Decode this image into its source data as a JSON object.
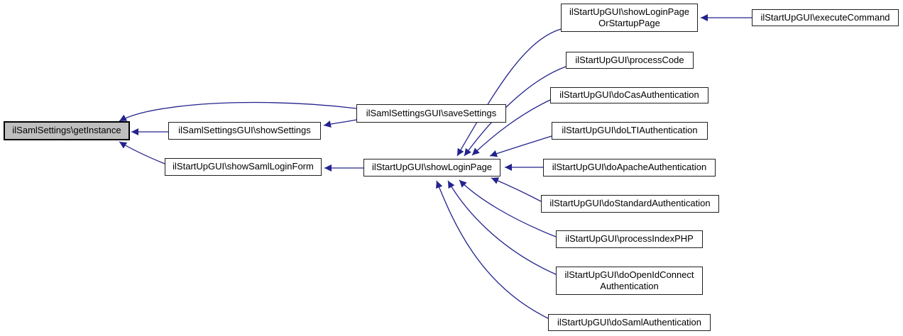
{
  "graph": {
    "type": "caller-graph",
    "background_color": "#ffffff",
    "edge_color": "#23238d",
    "node_fill": "#ffffff",
    "node_border_color": "#1f1f1f",
    "highlight_fill": "#bfbfbf",
    "nodes": [
      {
        "id": "getInstance",
        "label": "ilSamlSettings\\getInstance",
        "highlighted": true
      },
      {
        "id": "showSettings",
        "label": "ilSamlSettingsGUI\\showSettings",
        "highlighted": false
      },
      {
        "id": "showSamlLoginForm",
        "label": "ilStartUpGUI\\showSamlLoginForm",
        "highlighted": false
      },
      {
        "id": "saveSettings",
        "label": "ilSamlSettingsGUI\\saveSettings",
        "highlighted": false
      },
      {
        "id": "showLoginPage",
        "label": "ilStartUpGUI\\showLoginPage",
        "highlighted": false
      },
      {
        "id": "showLoginPageOrStartupPage",
        "label": "ilStartUpGUI\\showLoginPage\nOrStartupPage",
        "highlighted": false
      },
      {
        "id": "executeCommand",
        "label": "ilStartUpGUI\\executeCommand",
        "highlighted": false
      },
      {
        "id": "processCode",
        "label": "ilStartUpGUI\\processCode",
        "highlighted": false
      },
      {
        "id": "doCasAuthentication",
        "label": "ilStartUpGUI\\doCasAuthentication",
        "highlighted": false
      },
      {
        "id": "doLTIAuthentication",
        "label": "ilStartUpGUI\\doLTIAuthentication",
        "highlighted": false
      },
      {
        "id": "doApacheAuthentication",
        "label": "ilStartUpGUI\\doApacheAuthentication",
        "highlighted": false
      },
      {
        "id": "doStandardAuthentication",
        "label": "ilStartUpGUI\\doStandardAuthentication",
        "highlighted": false
      },
      {
        "id": "processIndexPHP",
        "label": "ilStartUpGUI\\processIndexPHP",
        "highlighted": false
      },
      {
        "id": "doOpenIdConnectAuthentication",
        "label": "ilStartUpGUI\\doOpenIdConnect\nAuthentication",
        "highlighted": false
      },
      {
        "id": "doSamlAuthentication",
        "label": "ilStartUpGUI\\doSamlAuthentication",
        "highlighted": false
      }
    ],
    "edges": [
      {
        "from": "ilSamlSettingsGUI\\showSettings",
        "to": "ilSamlSettings\\getInstance"
      },
      {
        "from": "ilSamlSettingsGUI\\saveSettings",
        "to": "ilSamlSettings\\getInstance"
      },
      {
        "from": "ilStartUpGUI\\showSamlLoginForm",
        "to": "ilSamlSettings\\getInstance"
      },
      {
        "from": "ilSamlSettingsGUI\\saveSettings",
        "to": "ilSamlSettingsGUI\\showSettings"
      },
      {
        "from": "ilStartUpGUI\\showLoginPage",
        "to": "ilStartUpGUI\\showSamlLoginForm"
      },
      {
        "from": "ilStartUpGUI\\executeCommand",
        "to": "ilStartUpGUI\\showLoginPageOrStartupPage"
      },
      {
        "from": "ilStartUpGUI\\showLoginPageOrStartupPage",
        "to": "ilStartUpGUI\\showLoginPage"
      },
      {
        "from": "ilStartUpGUI\\processCode",
        "to": "ilStartUpGUI\\showLoginPage"
      },
      {
        "from": "ilStartUpGUI\\doCasAuthentication",
        "to": "ilStartUpGUI\\showLoginPage"
      },
      {
        "from": "ilStartUpGUI\\doLTIAuthentication",
        "to": "ilStartUpGUI\\showLoginPage"
      },
      {
        "from": "ilStartUpGUI\\doApacheAuthentication",
        "to": "ilStartUpGUI\\showLoginPage"
      },
      {
        "from": "ilStartUpGUI\\doStandardAuthentication",
        "to": "ilStartUpGUI\\showLoginPage"
      },
      {
        "from": "ilStartUpGUI\\processIndexPHP",
        "to": "ilStartUpGUI\\showLoginPage"
      },
      {
        "from": "ilStartUpGUI\\doOpenIdConnectAuthentication",
        "to": "ilStartUpGUI\\showLoginPage"
      },
      {
        "from": "ilStartUpGUI\\doSamlAuthentication",
        "to": "ilStartUpGUI\\showLoginPage"
      }
    ]
  }
}
